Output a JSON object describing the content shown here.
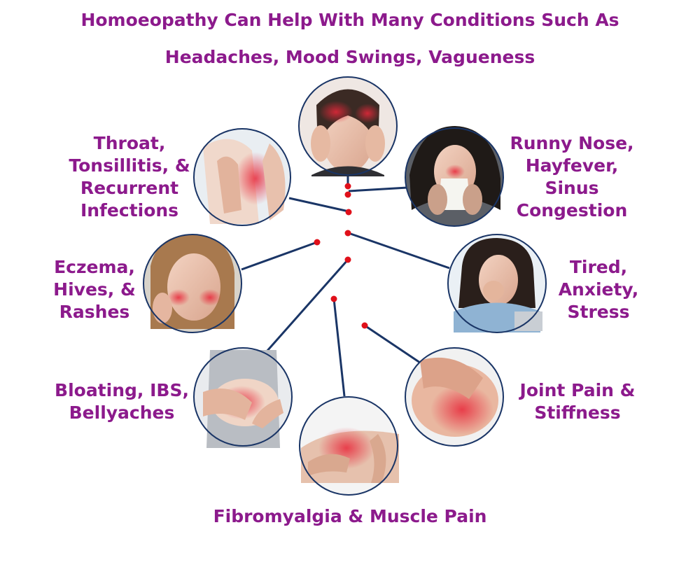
{
  "title": "Homoeopathy Can Help With Many Conditions Such As",
  "colors": {
    "text": "#8c1a8c",
    "line": "#1a3566",
    "dot": "#e0101a"
  },
  "conditions": {
    "headaches": {
      "lines": [
        "Headaches, Mood Swings, Vagueness"
      ],
      "image": "woman-holding-head-headache"
    },
    "throat": {
      "lines": [
        "Throat,",
        "Tonsillitis, &",
        "Recurrent",
        "Infections"
      ],
      "image": "person-holding-sore-throat"
    },
    "runny_nose": {
      "lines": [
        "Runny Nose,",
        "Hayfever,",
        "Sinus",
        "Congestion"
      ],
      "image": "woman-blowing-nose"
    },
    "eczema": {
      "lines": [
        "Eczema,",
        "Hives, &",
        "Rashes"
      ],
      "image": "woman-with-rash-face"
    },
    "tired": {
      "lines": [
        "Tired,",
        "Anxiety,",
        "Stress"
      ],
      "image": "woman-yawning-at-laptop"
    },
    "bloating": {
      "lines": [
        "Bloating, IBS,",
        "Bellyaches"
      ],
      "image": "hands-on-aching-belly"
    },
    "joint": {
      "lines": [
        "Joint Pain &",
        "Stiffness"
      ],
      "image": "hand-on-sore-knee"
    },
    "fibro": {
      "lines": [
        "Fibromyalgia & Muscle Pain"
      ],
      "image": "hands-on-sore-calf"
    }
  }
}
